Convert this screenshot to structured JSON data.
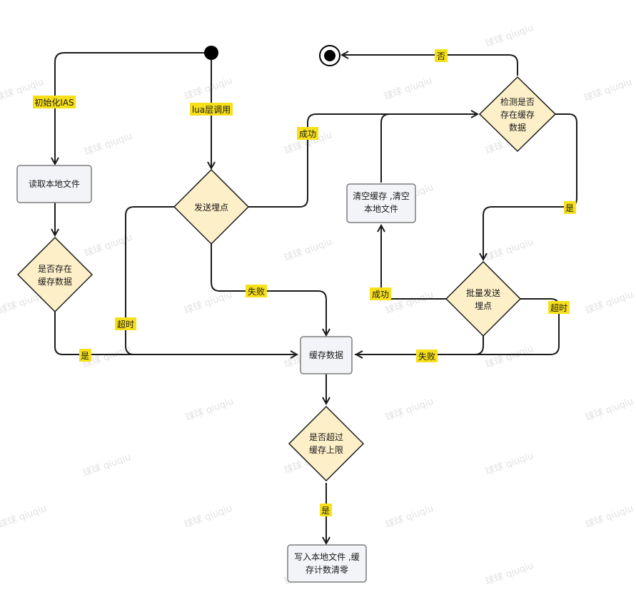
{
  "watermark": "球球 qiuqiu",
  "nodes": {
    "read_local": "读取本地文件",
    "exists_cache": [
      "是否存在",
      "缓存数据"
    ],
    "send_event": "发送埋点",
    "cache_data": "缓存数据",
    "clear_cache": [
      "清空缓存 ,清空",
      "本地文件"
    ],
    "check_cache": [
      "检测是否",
      "存在缓存",
      "数据"
    ],
    "batch_send": [
      "批量发送",
      "埋点"
    ],
    "over_limit": [
      "是否超过",
      "缓存上限"
    ],
    "write_local": [
      "写入本地文件 ,缓",
      "存计数清零"
    ]
  },
  "labels": {
    "init_ias": "初始化IAS",
    "lua_call": "lua层调用",
    "success_top": "成功",
    "no_end": "否",
    "yes_right": "是",
    "fail_mid": "失败",
    "timeout_left": "超时",
    "yes_left": "是",
    "success_batch": "成功",
    "timeout_right": "超时",
    "fail_batch": "失败",
    "yes_bottom": "是"
  }
}
